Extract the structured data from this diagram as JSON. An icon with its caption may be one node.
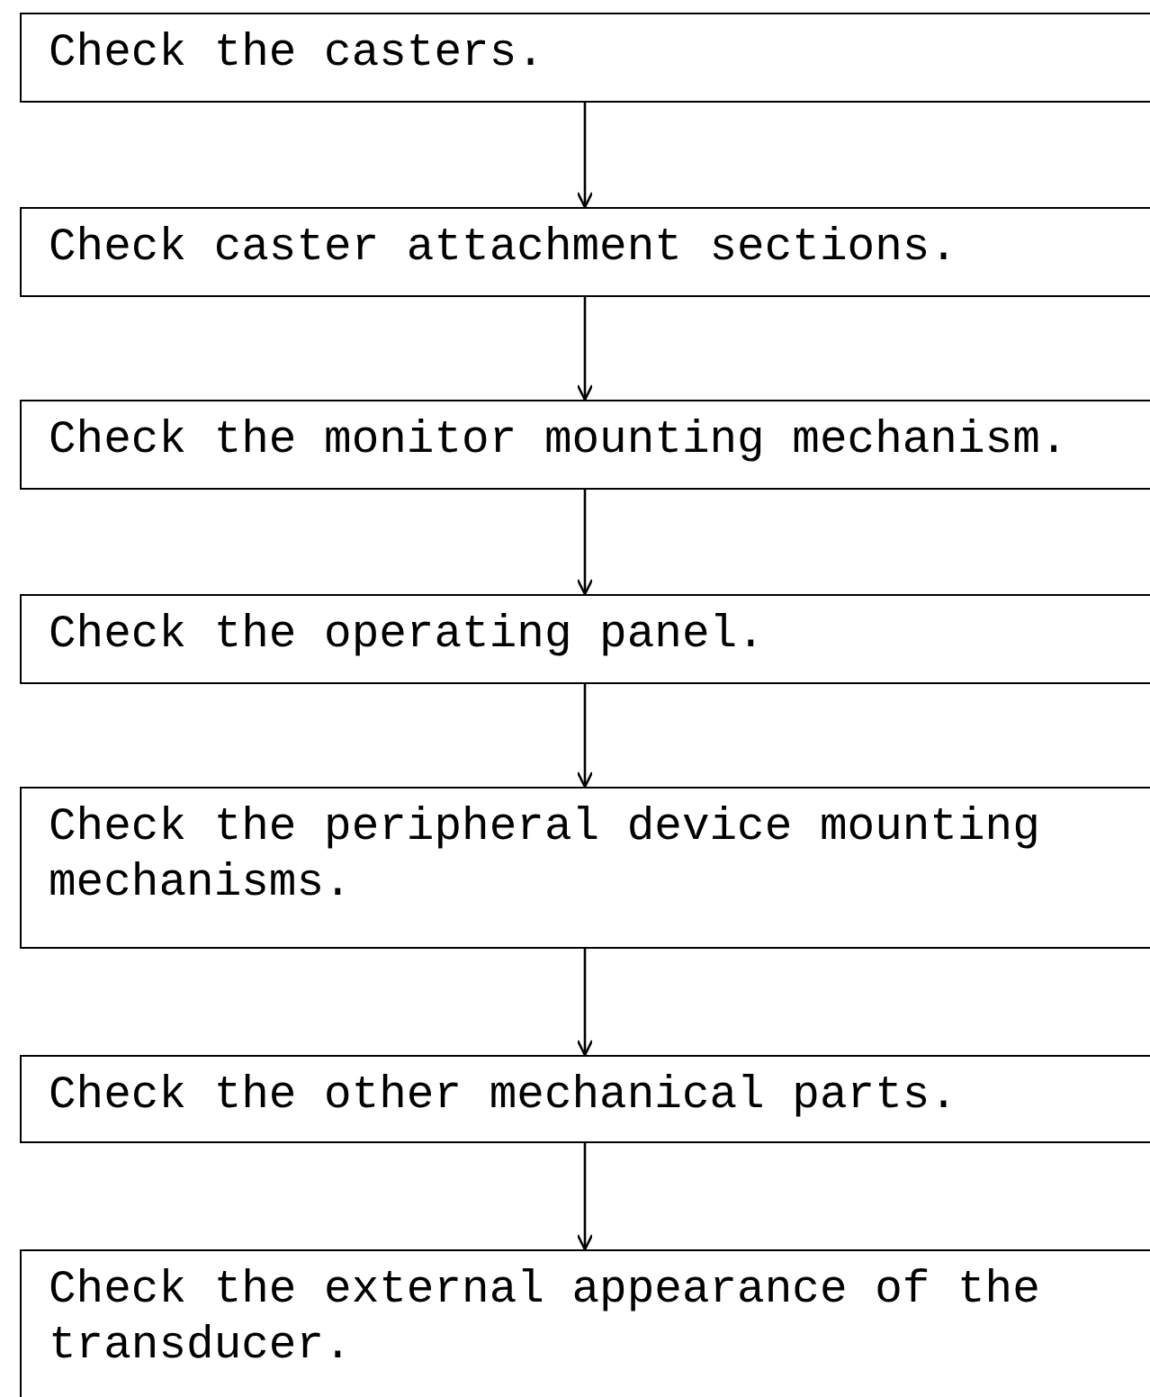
{
  "diagram": {
    "nodes": [
      {
        "text": [
          "Check the casters."
        ]
      },
      {
        "text": [
          "Check caster attachment sections."
        ]
      },
      {
        "text": [
          "Check the monitor mounting mechanism."
        ]
      },
      {
        "text": [
          "Check the operating panel."
        ]
      },
      {
        "text": [
          "Check the peripheral device mounting mechanisms."
        ]
      },
      {
        "text": [
          "Check the other mechanical parts."
        ]
      },
      {
        "text": [
          "Check the external appearance of the transducer."
        ]
      }
    ],
    "edges": [
      {
        "from": 0,
        "to": 1,
        "arrow": "to"
      },
      {
        "from": 1,
        "to": 2,
        "arrow": "to"
      },
      {
        "from": 2,
        "to": 3,
        "arrow": "to"
      },
      {
        "from": 3,
        "to": 4,
        "arrow": "to"
      },
      {
        "from": 4,
        "to": 5,
        "arrow": "to"
      },
      {
        "from": 5,
        "to": 6,
        "arrow": "to"
      }
    ]
  }
}
